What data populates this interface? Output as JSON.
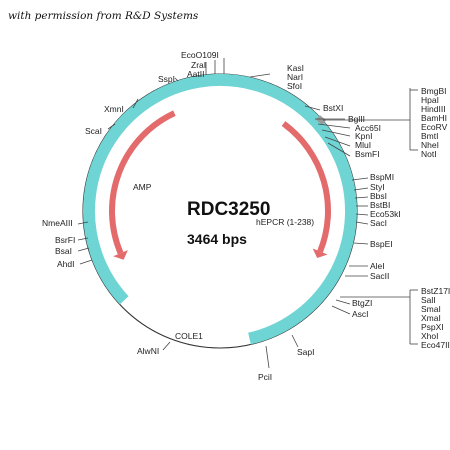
{
  "permission_note": "with permission from R&D Systems",
  "plasmid": {
    "name": "RDC3250",
    "size": "3464 bps"
  },
  "features": {
    "amp": {
      "label": "AMP",
      "color": "#e36b6b"
    },
    "insert": {
      "label": "",
      "color": "#e36b6b"
    },
    "cole1": {
      "label": "COLE1",
      "color": "#6fd4d4"
    },
    "hepcr": {
      "label": "hEPCR (1-238)"
    }
  },
  "sites": [
    "EcoO109I",
    "ZraI",
    "AatII",
    "KasI",
    "NarI",
    "SfoI",
    "SspI",
    "BstXI",
    "BglII",
    "Acc65I",
    "KpnI",
    "MluI",
    "BsmFI",
    "XmnI",
    "ScaI",
    "BspMI",
    "StyI",
    "BbsI",
    "BstBI",
    "Eco53kI",
    "SacI",
    "BspEI",
    "AleI",
    "SacII",
    "NmeAIII",
    "BsrFI",
    "BsaI",
    "AhdI",
    "BtgZI",
    "AscI",
    "AlwNI",
    "PciI",
    "SapI"
  ],
  "site_group_right_top": [
    "BmgBI",
    "HpaI",
    "HindIII",
    "BamHI",
    "EcoRV",
    "BmtI",
    "NheI",
    "NotI"
  ],
  "site_group_right_bottom": [
    "BstZ17I",
    "SalI",
    "SmaI",
    "XmaI",
    "PspXI",
    "XhoI",
    "Eco47III"
  ]
}
